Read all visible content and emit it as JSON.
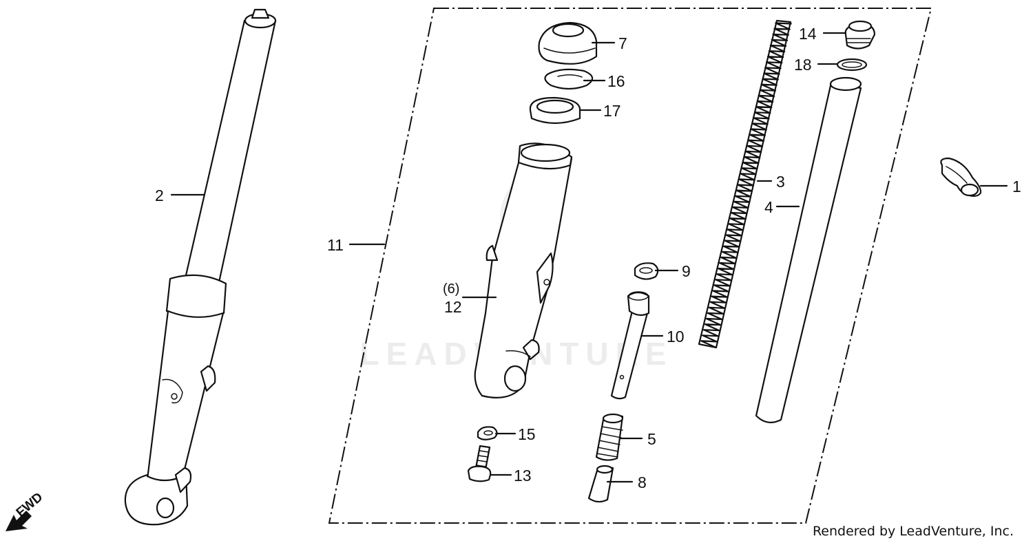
{
  "diagram": {
    "labels": {
      "p1": "1",
      "p2": "2",
      "p3": "3",
      "p4": "4",
      "p5": "5",
      "p6": "(6)",
      "p7": "7",
      "p8": "8",
      "p9": "9",
      "p10": "10",
      "p11": "11",
      "p12": "12",
      "p13": "13",
      "p14": "14",
      "p15": "15",
      "p16": "16",
      "p17": "17",
      "p18": "18"
    },
    "direction_marker": "FWD",
    "watermark": "LEADVENTURE"
  },
  "footer": {
    "credit": "Rendered by LeadVenture, Inc."
  }
}
